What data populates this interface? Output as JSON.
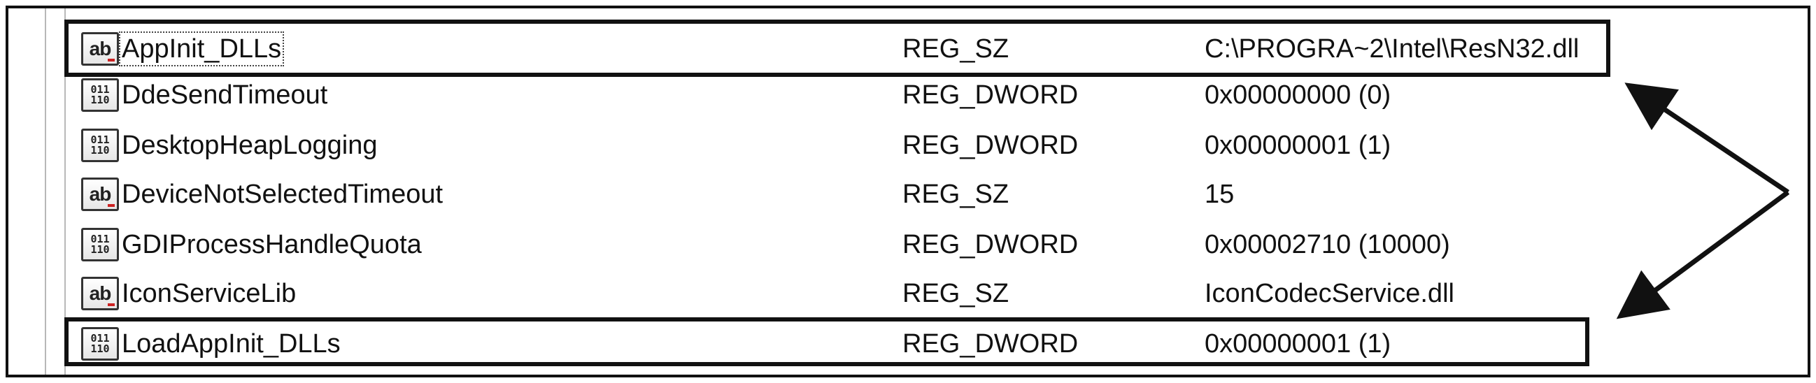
{
  "registry": {
    "rows": [
      {
        "name": "AppInit_DLLs",
        "type": "REG_SZ",
        "data": "C:\\PROGRA~2\\Intel\\ResN32.dll",
        "icon": "string-value-icon",
        "icon_text": "ab",
        "highlighted": true,
        "focused": true
      },
      {
        "name": "DdeSendTimeout",
        "type": "REG_DWORD",
        "data": "0x00000000 (0)",
        "icon": "binary-value-icon",
        "icon_text": "011\n110",
        "highlighted": false
      },
      {
        "name": "DesktopHeapLogging",
        "type": "REG_DWORD",
        "data": "0x00000001 (1)",
        "icon": "binary-value-icon",
        "icon_text": "011\n110",
        "highlighted": false
      },
      {
        "name": "DeviceNotSelectedTimeout",
        "type": "REG_SZ",
        "data": "15",
        "icon": "string-value-icon",
        "icon_text": "ab",
        "highlighted": false
      },
      {
        "name": "GDIProcessHandleQuota",
        "type": "REG_DWORD",
        "data": "0x00002710 (10000)",
        "icon": "binary-value-icon",
        "icon_text": "011\n110",
        "highlighted": false
      },
      {
        "name": "IconServiceLib",
        "type": "REG_SZ",
        "data": "IconCodecService.dll",
        "icon": "string-value-icon",
        "icon_text": "ab",
        "highlighted": false
      },
      {
        "name": "LoadAppInit_DLLs",
        "type": "REG_DWORD",
        "data": "0x00000001 (1)",
        "icon": "binary-value-icon",
        "icon_text": "011\n110",
        "highlighted": true
      }
    ]
  },
  "colors": {
    "line": "#111111",
    "gutter": "#b8b8b8"
  }
}
